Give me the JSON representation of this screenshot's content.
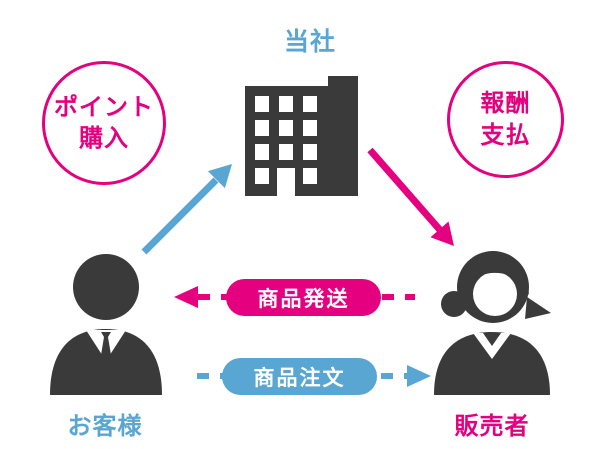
{
  "colors": {
    "pink": "#e4007f",
    "blue": "#5aa6d2",
    "icon_dark": "#3a3a3a",
    "background": "#ffffff"
  },
  "icons": {
    "company": "building-icon",
    "customer": "business-man-icon",
    "seller": "business-woman-icon"
  },
  "diagram": {
    "company": {
      "label": "当社"
    },
    "point_purchase_circle": {
      "line1": "ポイント",
      "line2": "購入"
    },
    "reward_payment_circle": {
      "line1": "報酬",
      "line2": "支払"
    },
    "customer": {
      "label": "お客様"
    },
    "seller": {
      "label": "販売者"
    },
    "shipping_badge": {
      "label": "商品発送"
    },
    "order_badge": {
      "label": "商品注文"
    }
  }
}
